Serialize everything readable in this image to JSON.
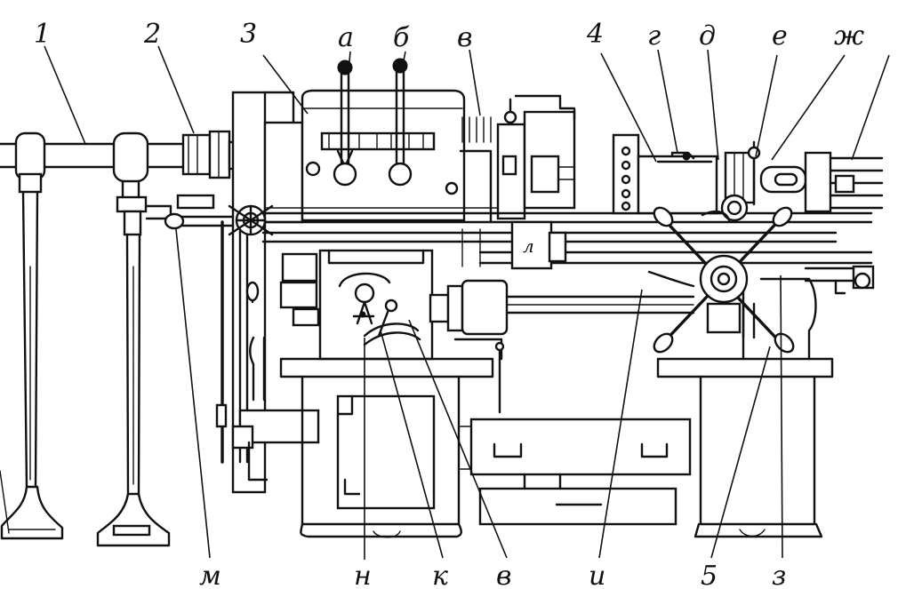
{
  "labels": {
    "top": [
      "1",
      "2",
      "3",
      "а",
      "б",
      "в",
      "4",
      "г",
      "д",
      "е",
      "ж"
    ],
    "bottom": [
      "м",
      "н",
      "к",
      "в",
      "и",
      "5",
      "з"
    ],
    "body": [
      "л"
    ]
  }
}
